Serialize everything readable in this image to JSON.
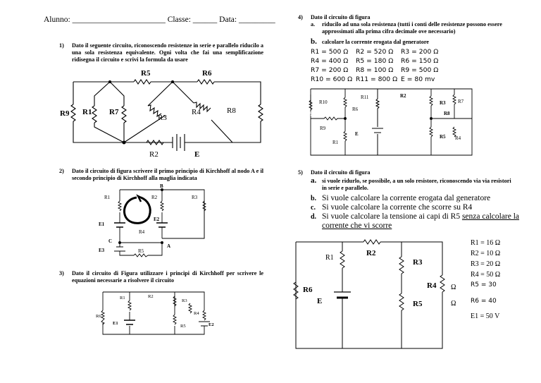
{
  "header": {
    "text": "Alunno: _______________________ Classe: ______ Data: _________"
  },
  "q1": {
    "num": "1)",
    "text": "Dato il seguente circuito, riconoscendo resistenze in serie e parallelo riducilo a una sola resistenza equivalente. Ogni volta che fai una semplificazione ridisegna il circuito e scrivi la formula da usare",
    "labels": {
      "r5": "R5",
      "r6": "R6",
      "r9": "R9",
      "r1": "R1",
      "r7": "R7",
      "r3": "R3",
      "r4": "R4",
      "r8": "R8",
      "r2": "R2",
      "e": "E"
    }
  },
  "q2": {
    "num": "2)",
    "text": "Dato il circuito di figura scrivere il primo principio di Kirchhoff al nodo A e il secondo  principio di Kirchhoff alla maglia indicata",
    "labels": {
      "b": "B",
      "r1": "R1",
      "r2": "R2",
      "r3": "R3",
      "e1": "E1",
      "e2": "E2",
      "r4": "R4",
      "c": "C",
      "a": "A",
      "e3": "E3",
      "r5": "R5"
    }
  },
  "q3": {
    "num": "3)",
    "text": "Dato il circuito di Figura utilizzare i principi di Kirchhoff per scrivere le equazioni necessarie a risolvere il circuito",
    "labels": {
      "r1": "R1",
      "r2": "R2",
      "r3": "R3",
      "r4": "R4",
      "r5": "R5",
      "r6": "R6",
      "e1": "E1",
      "e2": "E2"
    }
  },
  "q4": {
    "num": "4)",
    "title": "Dato il circuito di figura",
    "a_letter": "a.",
    "a_text": "riducilo ad una sola resistenza (tutti i conti delle resistenze possono essere approssimati alla prima cifra decimale ove necessario)",
    "b_letter": "b.",
    "b_text": "calcolare la corrente erogata dal generatore",
    "values": [
      "R1 = 500 Ω",
      "R2 = 520 Ω",
      "R3 = 200 Ω",
      "R4 = 400 Ω",
      "R5 = 180 Ω",
      "R6 = 150 Ω",
      "R7 = 200 Ω",
      "R8 = 100 Ω",
      "R9 = 500 Ω",
      "R10 = 600 Ω",
      "R11 = 800 Ω",
      "E = 80 mv"
    ],
    "labels": {
      "r10": "R10",
      "r11": "R11",
      "r2": "R2",
      "r3": "R3",
      "r7": "R7",
      "r6": "R6",
      "r8": "R8",
      "r9": "R9",
      "r1": "R1",
      "e": "E",
      "r5": "R5",
      "r4": "R4"
    }
  },
  "q5": {
    "num": "5)",
    "title": "Dato il circuito di figura",
    "a_letter": "a.",
    "a_text": "si vuole ridurlo, se possibile, a un solo resistore, riconoscendo via via resistori in serie e parallelo.",
    "b_letter": "b.",
    "b_text": "Si vuole calcolare la corrente erogata dal generatore",
    "c_letter": "c.",
    "c_text": "Si vuole calcolare la corrente che scorre su R4",
    "d_letter": "d.",
    "d_text": "Si vuole calcolare la tensione ai capi di R5 ",
    "d_under": "senza calcolare la corrente che vi scorre",
    "values": [
      "R1 = 16 Ω",
      "R2 = 10 Ω",
      "R3 = 20 Ω",
      "R4 = 50 Ω",
      "R5 = 30",
      "R6 = 40",
      "E1 = 50 V"
    ],
    "ohm1": "Ω",
    "ohm2": "Ω",
    "labels": {
      "r1": "R1",
      "r2": "R2",
      "r3": "R3",
      "r4": "R4",
      "r5": "R5",
      "r6": "R6",
      "e": "E"
    }
  }
}
